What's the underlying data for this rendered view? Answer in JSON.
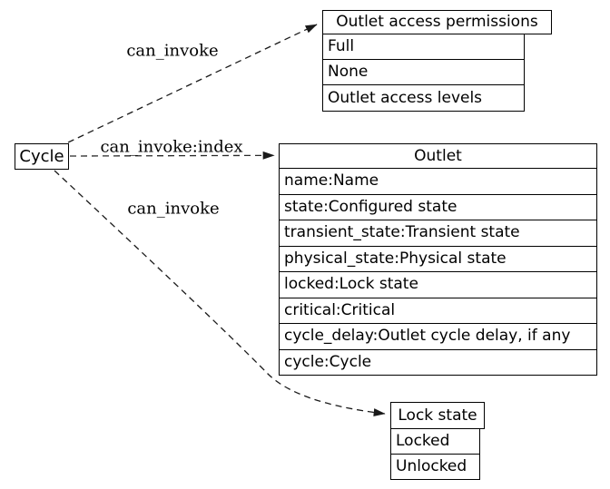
{
  "diagram": {
    "background_color": "#ffffff",
    "node_border_color": "#000000",
    "edge_color": "#1a1a1a",
    "text_color": "#000000"
  },
  "cycle_node": {
    "label": "Cycle"
  },
  "edges": [
    {
      "label": "can_invoke"
    },
    {
      "label": "can_invoke:index"
    },
    {
      "label": "can_invoke"
    }
  ],
  "outlet_access_permissions_node": {
    "title": "Outlet access permissions",
    "rows": [
      "Full",
      "None",
      "Outlet access levels"
    ]
  },
  "outlet_node": {
    "title": "Outlet",
    "rows": [
      "name:Name",
      "state:Configured state",
      "transient_state:Transient state",
      "physical_state:Physical state",
      "locked:Lock state",
      "critical:Critical",
      "cycle_delay:Outlet cycle delay, if any",
      "cycle:Cycle"
    ]
  },
  "lock_state_node": {
    "title": "Lock state",
    "rows": [
      "Locked",
      "Unlocked"
    ]
  }
}
